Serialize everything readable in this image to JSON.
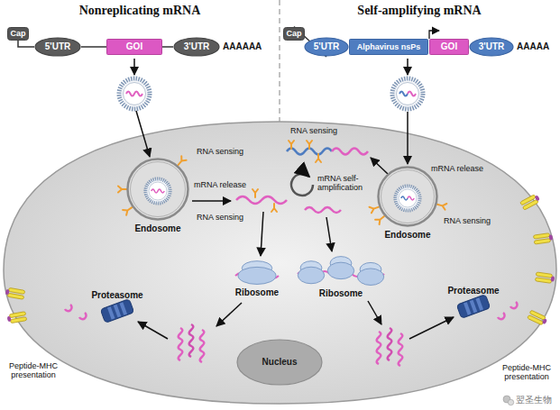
{
  "diagram": {
    "nodes": [
      {
        "text": [
          "Cap"
        ]
      },
      {
        "text": [
          "5'UTR"
        ]
      },
      {
        "text": [
          "GOI"
        ]
      },
      {
        "text": [
          "3'UTR"
        ]
      },
      {
        "text": [
          "Cap"
        ]
      },
      {
        "text": [
          "5'UTR"
        ]
      },
      {
        "text": [
          "Alphavirus nsPs"
        ]
      },
      {
        "text": [
          "GOI"
        ]
      },
      {
        "text": [
          "3'UTR"
        ]
      },
      {
        "text": [
          "Endosome"
        ]
      },
      {
        "text": [
          "Ribosome"
        ]
      },
      {
        "text": [
          "Proteasome"
        ]
      },
      {
        "text": [
          "Endosome"
        ]
      },
      {
        "text": [
          "Ribosome"
        ]
      },
      {
        "text": [
          "Proteasome"
        ]
      },
      {
        "text": [
          "Nucleus"
        ]
      }
    ],
    "edges": [
      {
        "from": 0,
        "to": 1,
        "arrow": "none"
      },
      {
        "from": 1,
        "to": 2,
        "arrow": "none"
      },
      {
        "from": 2,
        "to": 3,
        "arrow": "none"
      },
      {
        "from": 4,
        "to": 5,
        "arrow": "none"
      }
    ],
    "labels": [
      "Nonreplicating mRNA",
      "Self-amplifying mRNA",
      "AAAAAA",
      "AAAAA",
      "RNA sensing",
      "mRNA release",
      "RNA sensing",
      "Peptide-MHC presentation",
      "RNA sensing",
      "mRNA release",
      "mRNA self-amplification",
      "RNA sensing",
      "Peptide-MHC presentation",
      "翌圣生物"
    ]
  }
}
